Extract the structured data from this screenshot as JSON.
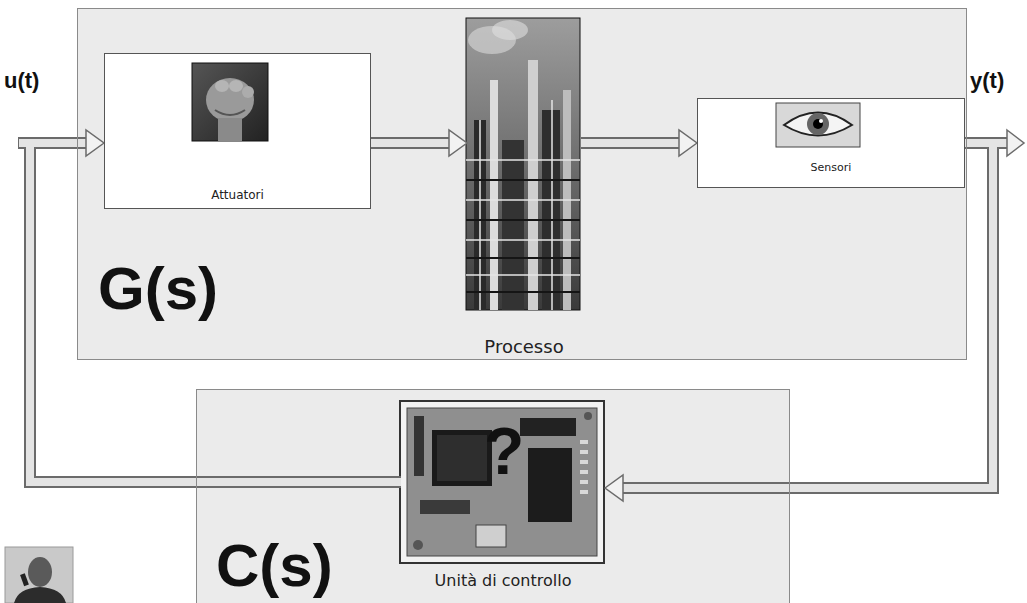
{
  "diagram": {
    "nodes": [
      {
        "text": [
          "G(s)"
        ]
      },
      {
        "text": [
          "Attuatori"
        ],
        "in": 0
      },
      {
        "text": [
          "Processo"
        ],
        "in": 0
      },
      {
        "text": [
          "Sensori"
        ],
        "in": 0
      },
      {
        "text": [
          "C(s)"
        ]
      },
      {
        "text": [
          "Unità di controllo"
        ],
        "in": 4
      }
    ],
    "edges": [
      {
        "from": 1,
        "to": 2,
        "arrow": "to"
      },
      {
        "from": 2,
        "to": 3,
        "arrow": "to"
      },
      {
        "from": 3,
        "to": 5,
        "arrow": "to"
      },
      {
        "from": 5,
        "to": 1,
        "arrow": "to"
      }
    ],
    "labels": [
      "u(t)",
      "y(t)",
      "?"
    ]
  }
}
